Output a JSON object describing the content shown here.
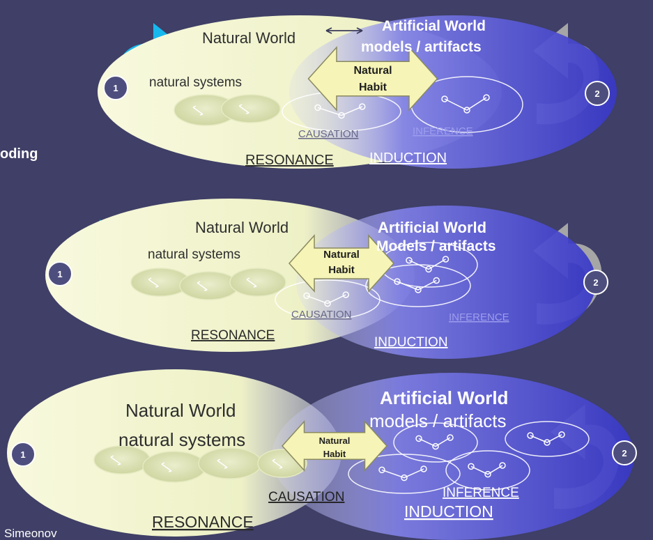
{
  "side_label": "oding",
  "author": "Simeonov",
  "diagrams": [
    {
      "natural_world": "Natural World",
      "artificial_world": "Artificial World",
      "models_artifacts": "models / artifacts",
      "natural_systems": "natural systems",
      "natural_habit_line1": "Natural",
      "natural_habit_line2": "Habit",
      "causation": "CAUSATION",
      "inference": "INFERENCE",
      "resonance": "RESONANCE",
      "induction": "INDUCTION",
      "badge_left": "1",
      "badge_right": "2"
    },
    {
      "natural_world": "Natural World",
      "artificial_world": "Artificial World",
      "models_artifacts": "Models / artifacts",
      "natural_systems": "natural systems",
      "natural_habit_line1": "Natural",
      "natural_habit_line2": "Habit",
      "causation": "CAUSATION",
      "inference": "INFERENCE",
      "resonance": "RESONANCE",
      "induction": "INDUCTION",
      "badge_left": "1",
      "badge_right": "2"
    },
    {
      "natural_world": "Natural World",
      "artificial_world": "Artificial World",
      "models_artifacts": "models / artifacts",
      "natural_systems": "natural systems",
      "natural_habit_line1": "Natural",
      "natural_habit_line2": "Habit",
      "causation": "CAUSATION",
      "inference": "INFERENCE",
      "resonance": "RESONANCE",
      "induction": "INDUCTION",
      "badge_left": "1",
      "badge_right": "2"
    }
  ],
  "colors": {
    "background": "#3f3f67",
    "natural_fill": "#f4f6cf",
    "natural_blob": "#dfe4b3",
    "artificial_fill": "#4646d8",
    "artificial_light": "#9a9af0",
    "cycle_left": "#16b8ee",
    "cycle_right": "#a6a6a6",
    "badge": "#4e4e7e",
    "habit_arrow": "#f6f4b6",
    "link_text": "#7c7ce6",
    "label_text": "#2e2e2e"
  }
}
